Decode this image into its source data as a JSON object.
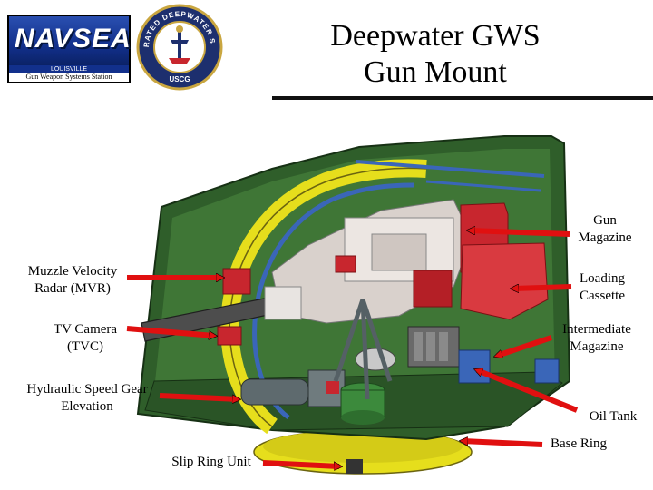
{
  "header": {
    "title_line1": "Deepwater  GWS",
    "title_line2": "Gun Mount",
    "logo": {
      "name": "NAVSEA",
      "location": "LOUISVILLE",
      "tagline": "Gun Weapon Systems Station"
    },
    "seal": {
      "ring_text": "INTEGRATED DEEPWATER SYSTEM",
      "bottom_text": "USCG"
    }
  },
  "labels": {
    "gun_magazine": "Gun\nMagazine",
    "loading_cassette": "Loading\nCassette",
    "intermediate_magazine": "Intermediate\nMagazine",
    "oil_tank": "Oil Tank",
    "base_ring": "Base Ring",
    "slip_ring_unit": "Slip Ring Unit",
    "muzzle_velocity_radar": "Muzzle Velocity\nRadar (MVR)",
    "tv_camera": "TV Camera\n(TVC)",
    "hydraulic_speed_gear": "Hydraulic Speed Gear\nElevation"
  },
  "colors": {
    "arrow": "#e01010",
    "housing": "#2f5e2a",
    "ring": "#e8e020",
    "magazine": "#c8262e",
    "structure": "#3a66b8"
  }
}
